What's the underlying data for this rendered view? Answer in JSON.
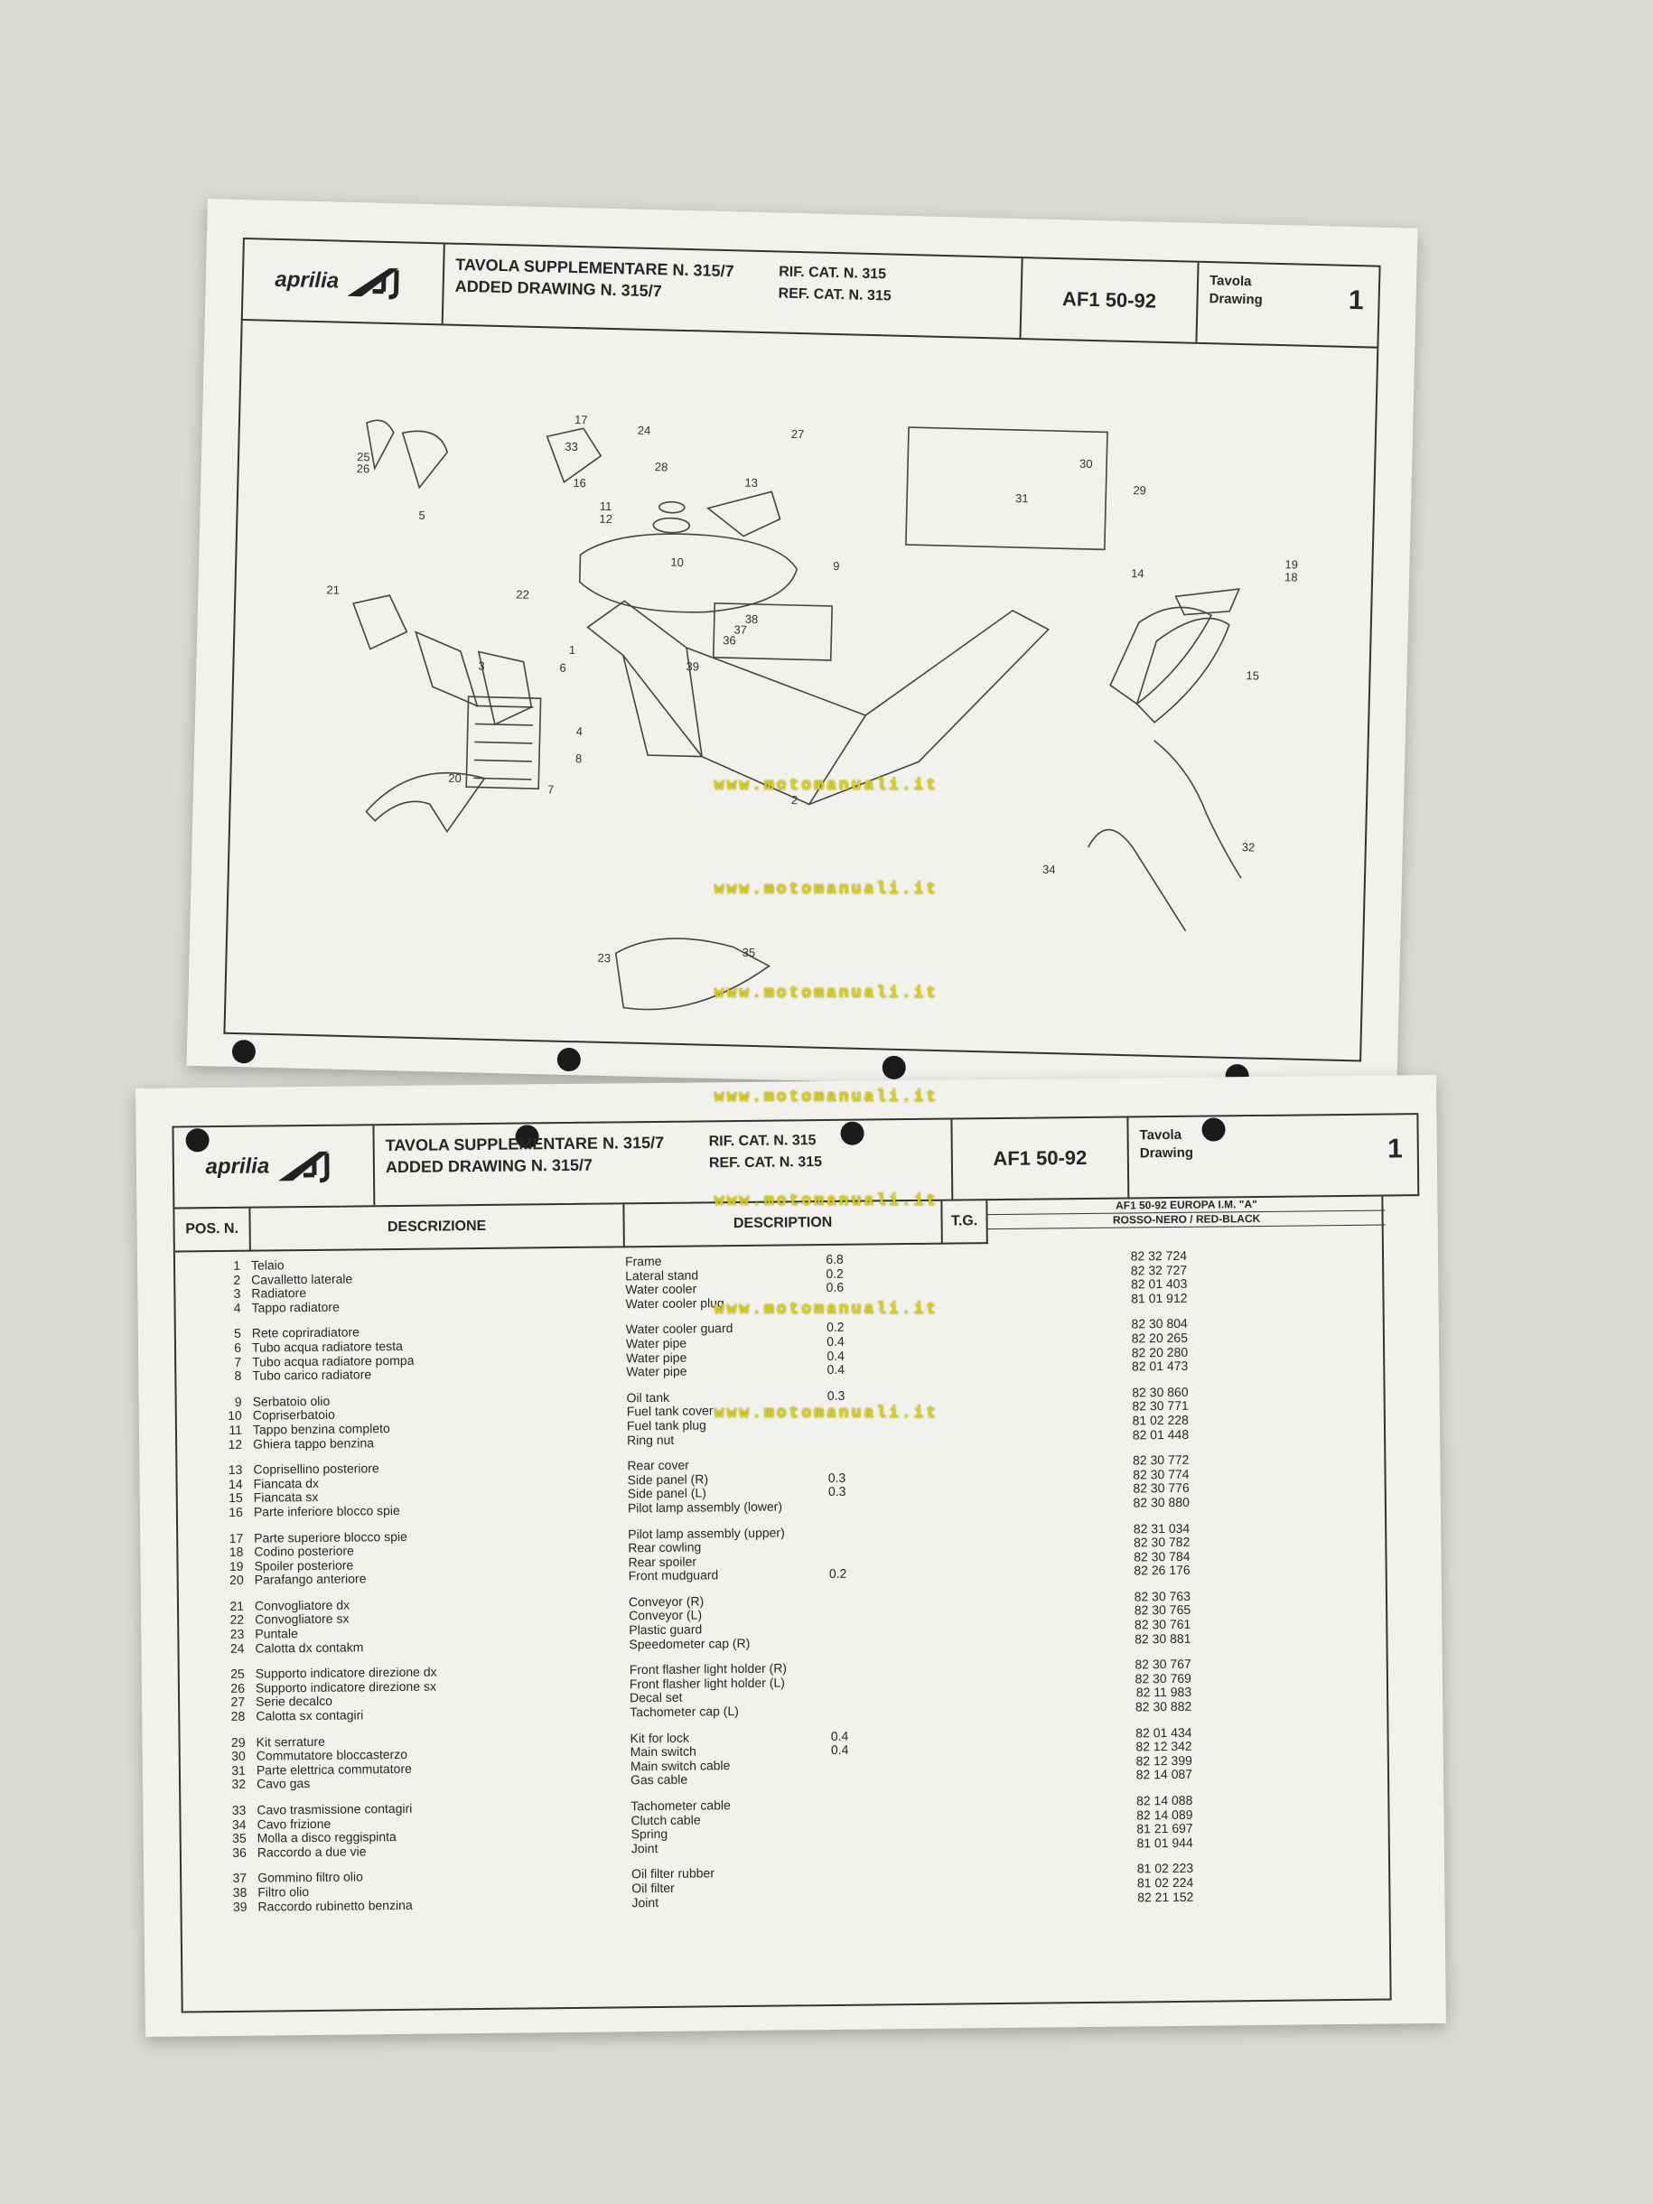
{
  "header": {
    "brand": "aprilia",
    "title_it": "TAVOLA SUPPLEMENTARE N. 315/7",
    "title_en": "ADDED DRAWING N. 315/7",
    "rif_it": "RIF. CAT. N. 315",
    "rif_en": "REF. CAT. N. 315",
    "model": "AF1 50-92",
    "drawing_it": "Tavola",
    "drawing_en": "Drawing",
    "drawing_no": "1"
  },
  "watermark": "www.motomanuali.it",
  "diagram_callouts": [
    "1",
    "2",
    "3",
    "4",
    "5",
    "6",
    "7",
    "8",
    "9",
    "10",
    "11",
    "12",
    "13",
    "14",
    "15",
    "16",
    "17",
    "18",
    "19",
    "20",
    "21",
    "22",
    "23",
    "24",
    "25",
    "26",
    "27",
    "28",
    "29",
    "30",
    "31",
    "32",
    "33",
    "34",
    "35",
    "36",
    "37",
    "38",
    "39"
  ],
  "table": {
    "headers": {
      "pos": "POS. N.",
      "descrizione": "DESCRIZIONE",
      "description": "DESCRIPTION",
      "tg": "T.G.",
      "variant": "AF1 50-92 EUROPA I.M. \"A\"",
      "color": "ROSSO-NERO / RED-BLACK"
    },
    "rows": [
      {
        "pos": "1",
        "it": "Telaio",
        "en": "Frame",
        "tg": "6.8",
        "code": "82 32 724"
      },
      {
        "pos": "2",
        "it": "Cavalletto laterale",
        "en": "Lateral stand",
        "tg": "0.2",
        "code": "82 32 727"
      },
      {
        "pos": "3",
        "it": "Radiatore",
        "en": "Water cooler",
        "tg": "0.6",
        "code": "82 01 403"
      },
      {
        "pos": "4",
        "it": "Tappo radiatore",
        "en": "Water cooler plug",
        "tg": "",
        "code": "81 01 912"
      },
      {
        "pos": "5",
        "it": "Rete copriradiatore",
        "en": "Water cooler guard",
        "tg": "0.2",
        "code": "82 30 804"
      },
      {
        "pos": "6",
        "it": "Tubo acqua radiatore testa",
        "en": "Water pipe",
        "tg": "0.4",
        "code": "82 20 265"
      },
      {
        "pos": "7",
        "it": "Tubo acqua radiatore pompa",
        "en": "Water pipe",
        "tg": "0.4",
        "code": "82 20 280"
      },
      {
        "pos": "8",
        "it": "Tubo carico radiatore",
        "en": "Water pipe",
        "tg": "0.4",
        "code": "82 01 473"
      },
      {
        "pos": "9",
        "it": "Serbatoio olio",
        "en": "Oil tank",
        "tg": "0.3",
        "code": "82 30 860"
      },
      {
        "pos": "10",
        "it": "Copriserbatoio",
        "en": "Fuel tank cover",
        "tg": "",
        "code": "82 30 771"
      },
      {
        "pos": "11",
        "it": "Tappo benzina completo",
        "en": "Fuel tank plug",
        "tg": "",
        "code": "81 02 228"
      },
      {
        "pos": "12",
        "it": "Ghiera tappo benzina",
        "en": "Ring nut",
        "tg": "",
        "code": "82 01 448"
      },
      {
        "pos": "13",
        "it": "Coprisellino posteriore",
        "en": "Rear cover",
        "tg": "",
        "code": "82 30 772"
      },
      {
        "pos": "14",
        "it": "Fiancata dx",
        "en": "Side panel (R)",
        "tg": "0.3",
        "code": "82 30 774"
      },
      {
        "pos": "15",
        "it": "Fiancata sx",
        "en": "Side panel (L)",
        "tg": "0.3",
        "code": "82 30 776"
      },
      {
        "pos": "16",
        "it": "Parte inferiore blocco spie",
        "en": "Pilot lamp assembly (lower)",
        "tg": "",
        "code": "82 30 880"
      },
      {
        "pos": "17",
        "it": "Parte superiore blocco spie",
        "en": "Pilot lamp assembly (upper)",
        "tg": "",
        "code": "82 31 034"
      },
      {
        "pos": "18",
        "it": "Codino posteriore",
        "en": "Rear cowling",
        "tg": "",
        "code": "82 30 782"
      },
      {
        "pos": "19",
        "it": "Spoiler posteriore",
        "en": "Rear spoiler",
        "tg": "",
        "code": "82 30 784"
      },
      {
        "pos": "20",
        "it": "Parafango anteriore",
        "en": "Front mudguard",
        "tg": "0.2",
        "code": "82 26 176"
      },
      {
        "pos": "21",
        "it": "Convogliatore dx",
        "en": "Conveyor (R)",
        "tg": "",
        "code": "82 30 763"
      },
      {
        "pos": "22",
        "it": "Convogliatore sx",
        "en": "Conveyor (L)",
        "tg": "",
        "code": "82 30 765"
      },
      {
        "pos": "23",
        "it": "Puntale",
        "en": "Plastic guard",
        "tg": "",
        "code": "82 30 761"
      },
      {
        "pos": "24",
        "it": "Calotta dx contakm",
        "en": "Speedometer cap (R)",
        "tg": "",
        "code": "82 30 881"
      },
      {
        "pos": "25",
        "it": "Supporto indicatore direzione dx",
        "en": "Front flasher light holder (R)",
        "tg": "",
        "code": "82 30 767"
      },
      {
        "pos": "26",
        "it": "Supporto indicatore direzione sx",
        "en": "Front flasher light holder (L)",
        "tg": "",
        "code": "82 30 769"
      },
      {
        "pos": "27",
        "it": "Serie decalco",
        "en": "Decal set",
        "tg": "",
        "code": "82 11 983"
      },
      {
        "pos": "28",
        "it": "Calotta sx contagiri",
        "en": "Tachometer cap (L)",
        "tg": "",
        "code": "82 30 882"
      },
      {
        "pos": "29",
        "it": "Kit serrature",
        "en": "Kit for lock",
        "tg": "0.4",
        "code": "82 01 434"
      },
      {
        "pos": "30",
        "it": "Commutatore bloccasterzo",
        "en": "Main switch",
        "tg": "0.4",
        "code": "82 12 342"
      },
      {
        "pos": "31",
        "it": "Parte elettrica commutatore",
        "en": "Main switch cable",
        "tg": "",
        "code": "82 12 399"
      },
      {
        "pos": "32",
        "it": "Cavo gas",
        "en": "Gas cable",
        "tg": "",
        "code": "82 14 087"
      },
      {
        "pos": "33",
        "it": "Cavo trasmissione contagiri",
        "en": "Tachometer cable",
        "tg": "",
        "code": "82 14 088"
      },
      {
        "pos": "34",
        "it": "Cavo frizione",
        "en": "Clutch cable",
        "tg": "",
        "code": "82 14 089"
      },
      {
        "pos": "35",
        "it": "Molla a disco reggispinta",
        "en": "Spring",
        "tg": "",
        "code": "81 21 697"
      },
      {
        "pos": "36",
        "it": "Raccordo a due vie",
        "en": "Joint",
        "tg": "",
        "code": "81 01 944"
      },
      {
        "pos": "37",
        "it": "Gommino filtro olio",
        "en": "Oil filter rubber",
        "tg": "",
        "code": "81 02 223"
      },
      {
        "pos": "38",
        "it": "Filtro olio",
        "en": "Oil filter",
        "tg": "",
        "code": "81 02 224"
      },
      {
        "pos": "39",
        "it": "Raccordo rubinetto benzina",
        "en": "Joint",
        "tg": "",
        "code": "82 21 152"
      }
    ]
  }
}
